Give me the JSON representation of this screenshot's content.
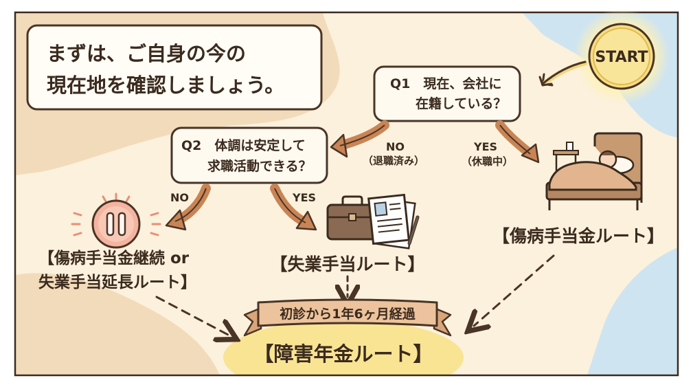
{
  "intro": {
    "line1": "まずは、ご自身の今の",
    "line2": "現在地を確認しましょう。"
  },
  "start": {
    "label": "START"
  },
  "q1": {
    "line1": "Q1　現在、会社に",
    "line2": "在籍している？"
  },
  "q2": {
    "line1": "Q2　体調は安定して",
    "line2": "求職活動できる？"
  },
  "branches": {
    "q1_no": {
      "label": "NO",
      "note": "（退職済み）"
    },
    "q1_yes": {
      "label": "YES",
      "note": "（休職中）"
    },
    "q2_no": {
      "label": "NO"
    },
    "q2_yes": {
      "label": "YES"
    }
  },
  "routes": {
    "sickness": "【傷病手当金ルート】",
    "sickness_extend_line1": "【傷病手当金継続 or",
    "sickness_extend_line2": "失業手当延長ルート】",
    "unemployment": "【失業手当ルート】",
    "disability": "【障害年金ルート】"
  },
  "banner": {
    "label": "初診から1年6ヶ月経過"
  },
  "icons": {
    "pause": "pause-icon",
    "briefcase": "briefcase-icon",
    "resume": "resume-document-icon",
    "pen": "pen-icon",
    "bed": "bed-icon"
  },
  "colors": {
    "background": "#fbf1dd",
    "peach_blob": "#f3dcbc",
    "blue_blob": "#cde3f0",
    "arrow": "#c98455",
    "start_yellow": "#f6dd82",
    "ribbon": "#e6b98f",
    "highlight": "#f8e493",
    "pause_pink": "#f0a892"
  }
}
